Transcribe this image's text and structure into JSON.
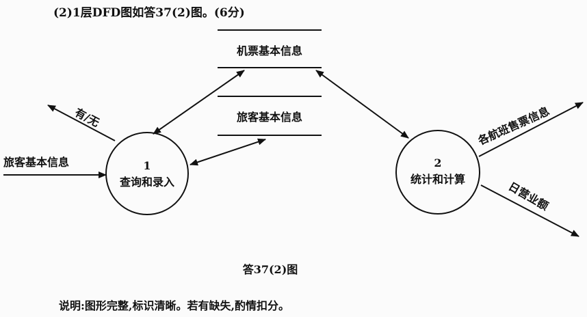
{
  "heading": "(2)1层DFD图如答37(2)图。(6分)",
  "stores": [
    {
      "label": "机票基本信息"
    },
    {
      "label": "旅客基本信息"
    }
  ],
  "processes": [
    {
      "number": "1",
      "label": "查询和录入"
    },
    {
      "number": "2",
      "label": "统计和计算"
    }
  ],
  "flows": {
    "yes_no": "有/无",
    "passenger_input": "旅客基本信息",
    "flight_sales": "各航班售票信息",
    "daily_revenue": "日营业额"
  },
  "caption": "答37(2)图",
  "note": "说明:图形完整,标识清晰。若有缺失,酌情扣分。"
}
